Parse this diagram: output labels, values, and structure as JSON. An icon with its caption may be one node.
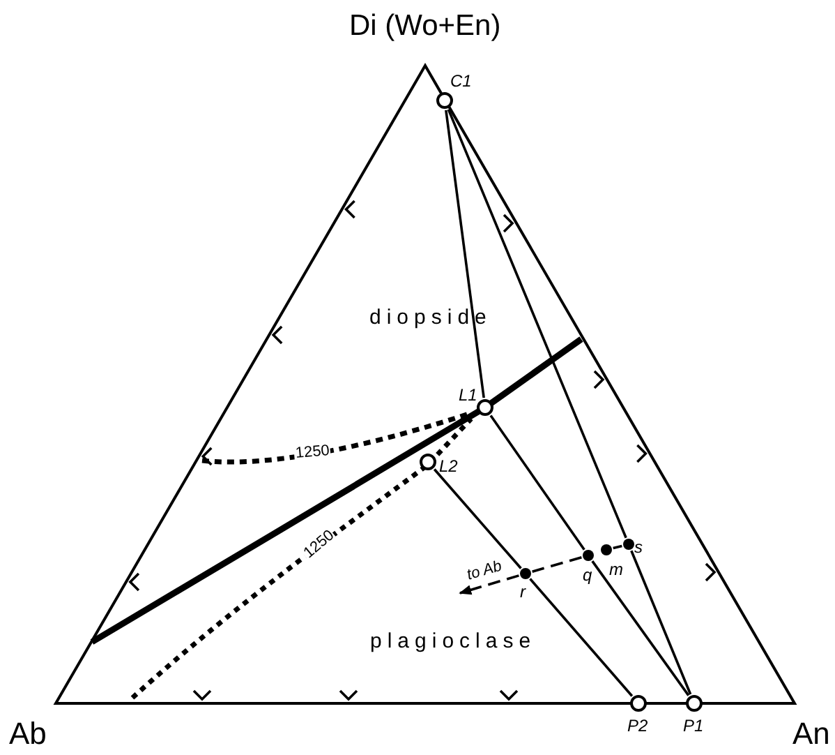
{
  "diagram": {
    "nodes": [
      {
        "text": [
          "C1"
        ]
      },
      {
        "text": [
          "L1"
        ]
      },
      {
        "text": [
          "L2"
        ]
      },
      {
        "text": [
          "P2"
        ]
      },
      {
        "text": [
          "P1"
        ]
      },
      {
        "text": [
          "r"
        ]
      },
      {
        "text": [
          "q"
        ]
      },
      {
        "text": [
          "m"
        ]
      },
      {
        "text": [
          "s"
        ]
      }
    ],
    "edges": [
      {
        "from": 0,
        "to": 1,
        "arrow": "none"
      },
      {
        "from": 0,
        "to": 8,
        "arrow": "none"
      },
      {
        "from": 8,
        "to": 4,
        "arrow": "none"
      },
      {
        "from": 1,
        "to": 6,
        "arrow": "none"
      },
      {
        "from": 6,
        "to": 4,
        "arrow": "none"
      },
      {
        "from": 2,
        "to": 5,
        "arrow": "none"
      },
      {
        "from": 5,
        "to": 3,
        "arrow": "none"
      },
      {
        "from": 7,
        "to": 8,
        "arrow": "none"
      },
      {
        "from": 6,
        "to": 5,
        "arrow": "none",
        "style": "dashed"
      },
      {
        "from": 5,
        "to": null,
        "arrow": "to",
        "style": "dashed",
        "label": "to Ab"
      }
    ],
    "labels": [
      "Di (Wo+En)",
      "diopside",
      "1250",
      "1250",
      "plagioclase",
      "Ab",
      "An"
    ]
  }
}
